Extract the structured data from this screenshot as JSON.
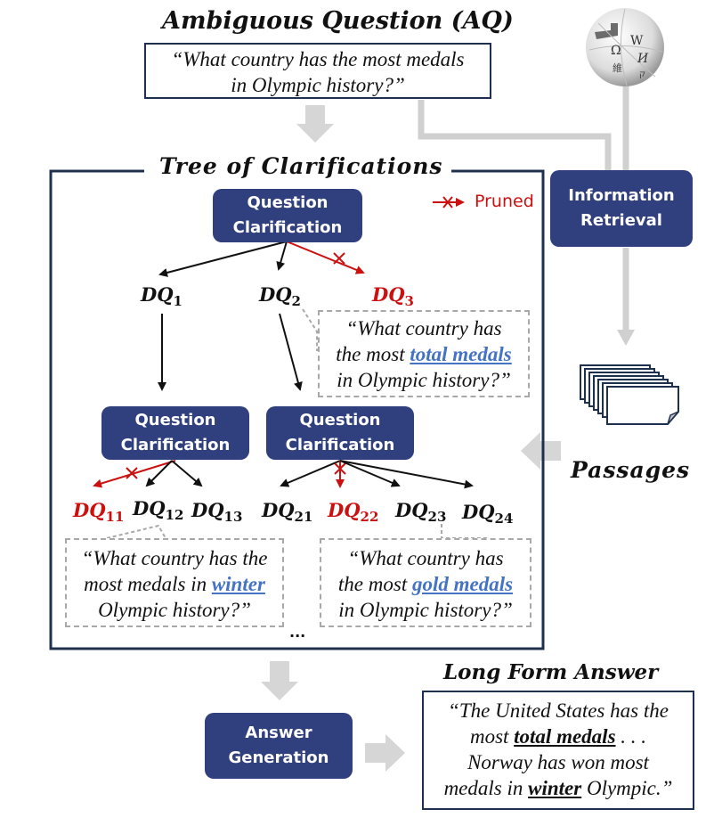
{
  "ambiguous_question": {
    "title": "Ambiguous Question (AQ)",
    "line1": "“What country has the most medals",
    "line2": "in Olympic history?”"
  },
  "knowledge_source": {
    "icon": "wikipedia-globe-icon"
  },
  "information_retrieval": {
    "line1": "Information",
    "line2": "Retrieval"
  },
  "passages": {
    "label": "Passages",
    "icon": "document-stack-icon"
  },
  "tree": {
    "title": "Tree of Clarifications",
    "legend": {
      "label": "Pruned",
      "icon": "pruned-arrow-icon"
    },
    "root_node": {
      "line1": "Question",
      "line2": "Clarification"
    },
    "level1": [
      {
        "id": "DQ",
        "sub": "1",
        "pruned": false
      },
      {
        "id": "DQ",
        "sub": "2",
        "pruned": false
      },
      {
        "id": "DQ",
        "sub": "3",
        "pruned": true
      }
    ],
    "dq2_callout": {
      "line1": "“What  country has",
      "line2_pre": "the most ",
      "line2_highlight": "total medals",
      "line3": "in Olympic history?”"
    },
    "child_nodes": [
      {
        "line1": "Question",
        "line2": "Clarification"
      },
      {
        "line1": "Question",
        "line2": "Clarification"
      }
    ],
    "level2": [
      {
        "id": "DQ",
        "sub": "11",
        "pruned": true
      },
      {
        "id": "DQ",
        "sub": "12",
        "pruned": false
      },
      {
        "id": "DQ",
        "sub": "13",
        "pruned": false
      },
      {
        "id": "DQ",
        "sub": "21",
        "pruned": false
      },
      {
        "id": "DQ",
        "sub": "22",
        "pruned": true
      },
      {
        "id": "DQ",
        "sub": "23",
        "pruned": false
      },
      {
        "id": "DQ",
        "sub": "24",
        "pruned": false
      }
    ],
    "dq12_callout": {
      "line1": "“What country has the",
      "line2_pre": "most  medals in ",
      "line2_highlight": "winter",
      "line3": "Olympic history?”"
    },
    "dq23_callout": {
      "line1": "“What country has",
      "line2_pre": "the most ",
      "line2_highlight": "gold medals",
      "line3": "in Olympic history?”"
    },
    "ellipsis": "..."
  },
  "answer_generation": {
    "line1": "Answer",
    "line2": "Generation"
  },
  "long_form_answer": {
    "title": "Long Form Answer",
    "line1": "“The United States has the",
    "line2_pre": "most ",
    "line2_highlight": "total medals",
    "line2_post": " . . .",
    "line3": "Norway has won most",
    "line4_pre": "medals  in ",
    "line4_highlight": "winter",
    "line4_post": " Olympic.”"
  },
  "colors": {
    "navy": "#303f7d",
    "frame": "#1e3050",
    "pruned_red": "#cc1010",
    "highlight_blue": "#4472c4",
    "flow_gray": "#d4d4d4"
  }
}
